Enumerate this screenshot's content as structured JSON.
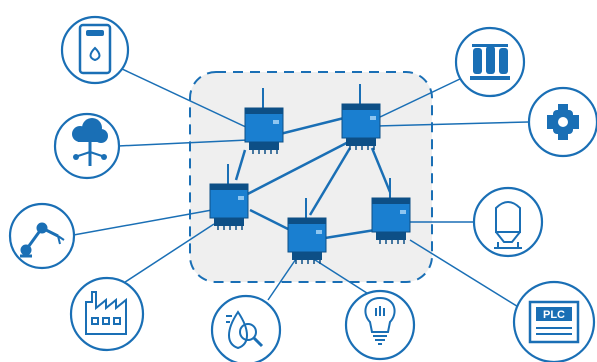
{
  "diagram": {
    "description_labels": {
      "plc_label": "PLC"
    },
    "colors": {
      "primary": "#1a6fb5",
      "node_fill": "#1a7fd0",
      "node_dark": "#0d4f86",
      "zone_fill": "#efefef",
      "zone_border": "#1a6fb5",
      "link": "#1a6fb5"
    },
    "gateways": [
      "gateway-top-left",
      "gateway-top-right",
      "gateway-middle-left",
      "gateway-center",
      "gateway-right"
    ],
    "endpoints": [
      {
        "name": "tank-icon"
      },
      {
        "name": "cloud-network-icon"
      },
      {
        "name": "robot-arm-icon"
      },
      {
        "name": "factory-icon"
      },
      {
        "name": "water-meter-icon"
      },
      {
        "name": "smart-bulb-icon"
      },
      {
        "name": "plc-icon"
      },
      {
        "name": "silo-icon"
      },
      {
        "name": "pump-icon"
      },
      {
        "name": "filter-tanks-icon"
      }
    ]
  }
}
